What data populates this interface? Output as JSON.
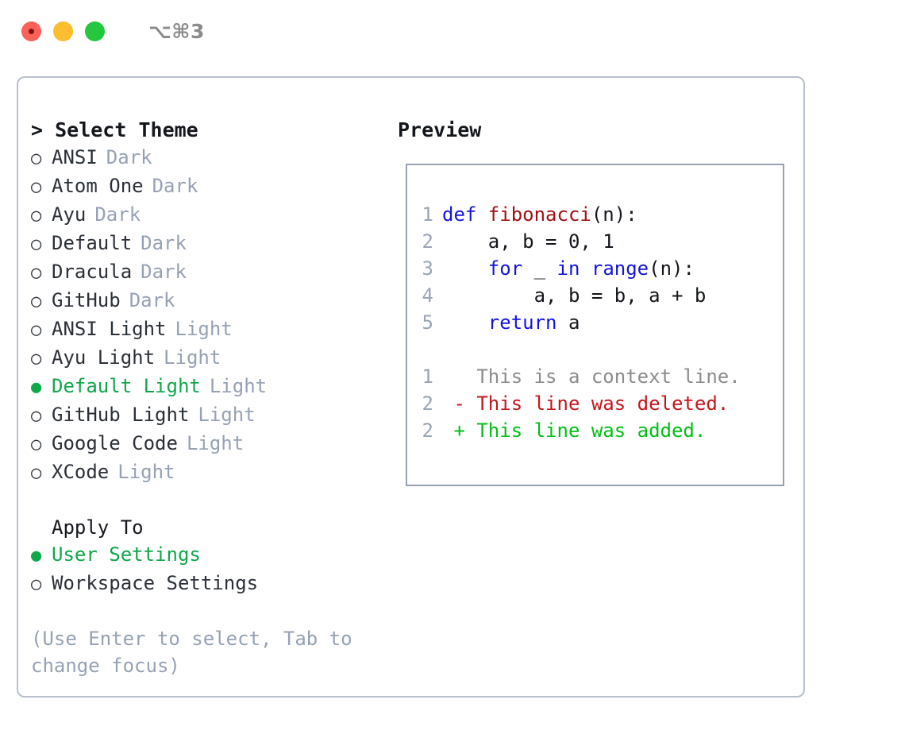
{
  "titlebar": {
    "shortcut": "⌥⌘3",
    "buttons": [
      {
        "name": "close",
        "color": "#fa6158"
      },
      {
        "name": "minimize",
        "color": "#fcbd2e"
      },
      {
        "name": "maximize",
        "color": "#25c73f"
      }
    ]
  },
  "colors": {
    "selected_green": "#0ea84a",
    "muted": "#96a2b4",
    "border": "#b7c0cc",
    "preview_border": "#97a3b4",
    "keyword": "#1414e0",
    "function": "#a50f14",
    "diff_add": "#00bf16",
    "diff_del": "#c4161c",
    "context": "#8c8c8c"
  },
  "theme_section": {
    "title": "> Select Theme",
    "items": [
      {
        "bullet": "○",
        "label": "ANSI",
        "suffix": "Dark",
        "selected": false
      },
      {
        "bullet": "○",
        "label": "Atom One",
        "suffix": "Dark",
        "selected": false
      },
      {
        "bullet": "○",
        "label": "Ayu",
        "suffix": "Dark",
        "selected": false
      },
      {
        "bullet": "○",
        "label": "Default",
        "suffix": "Dark",
        "selected": false
      },
      {
        "bullet": "○",
        "label": "Dracula",
        "suffix": "Dark",
        "selected": false
      },
      {
        "bullet": "○",
        "label": "GitHub",
        "suffix": "Dark",
        "selected": false
      },
      {
        "bullet": "○",
        "label": "ANSI Light",
        "suffix": "Light",
        "selected": false
      },
      {
        "bullet": "○",
        "label": "Ayu Light",
        "suffix": "Light",
        "selected": false
      },
      {
        "bullet": "●",
        "label": "Default Light",
        "suffix": "Light",
        "selected": true
      },
      {
        "bullet": "○",
        "label": "GitHub Light",
        "suffix": "Light",
        "selected": false
      },
      {
        "bullet": "○",
        "label": "Google Code",
        "suffix": "Light",
        "selected": false
      },
      {
        "bullet": "○",
        "label": "XCode",
        "suffix": "Light",
        "selected": false
      }
    ]
  },
  "apply_section": {
    "title": "Apply To",
    "items": [
      {
        "bullet": "●",
        "label": "User Settings",
        "selected": true
      },
      {
        "bullet": "○",
        "label": "Workspace Settings",
        "selected": false
      }
    ]
  },
  "hint": "(Use Enter to select, Tab to change focus)",
  "preview": {
    "title": "Preview",
    "code_lines": [
      {
        "lineno": "1",
        "tokens": [
          {
            "t": "def ",
            "c": "kw"
          },
          {
            "t": "fibonacci",
            "c": "fn"
          },
          {
            "t": "(n):",
            "c": "plain"
          }
        ]
      },
      {
        "lineno": "2",
        "tokens": [
          {
            "t": "    a, b = 0, 1",
            "c": "plain"
          }
        ]
      },
      {
        "lineno": "3",
        "tokens": [
          {
            "t": "    ",
            "c": "plain"
          },
          {
            "t": "for",
            "c": "kw"
          },
          {
            "t": " _ ",
            "c": "plain"
          },
          {
            "t": "in",
            "c": "kw"
          },
          {
            "t": " ",
            "c": "plain"
          },
          {
            "t": "range",
            "c": "kw"
          },
          {
            "t": "(n):",
            "c": "plain"
          }
        ]
      },
      {
        "lineno": "4",
        "tokens": [
          {
            "t": "        a, b = b, a + b",
            "c": "plain"
          }
        ]
      },
      {
        "lineno": "5",
        "tokens": [
          {
            "t": "    ",
            "c": "plain"
          },
          {
            "t": "return",
            "c": "kw"
          },
          {
            "t": " a",
            "c": "plain"
          }
        ]
      }
    ],
    "diff_lines": [
      {
        "lineno": "1",
        "tokens": [
          {
            "t": "   This is a context line.",
            "c": "ctx"
          }
        ]
      },
      {
        "lineno": "2",
        "tokens": [
          {
            "t": " - This line was deleted.",
            "c": "del"
          }
        ]
      },
      {
        "lineno": "2",
        "tokens": [
          {
            "t": " + This line was added.",
            "c": "add"
          }
        ]
      }
    ]
  }
}
